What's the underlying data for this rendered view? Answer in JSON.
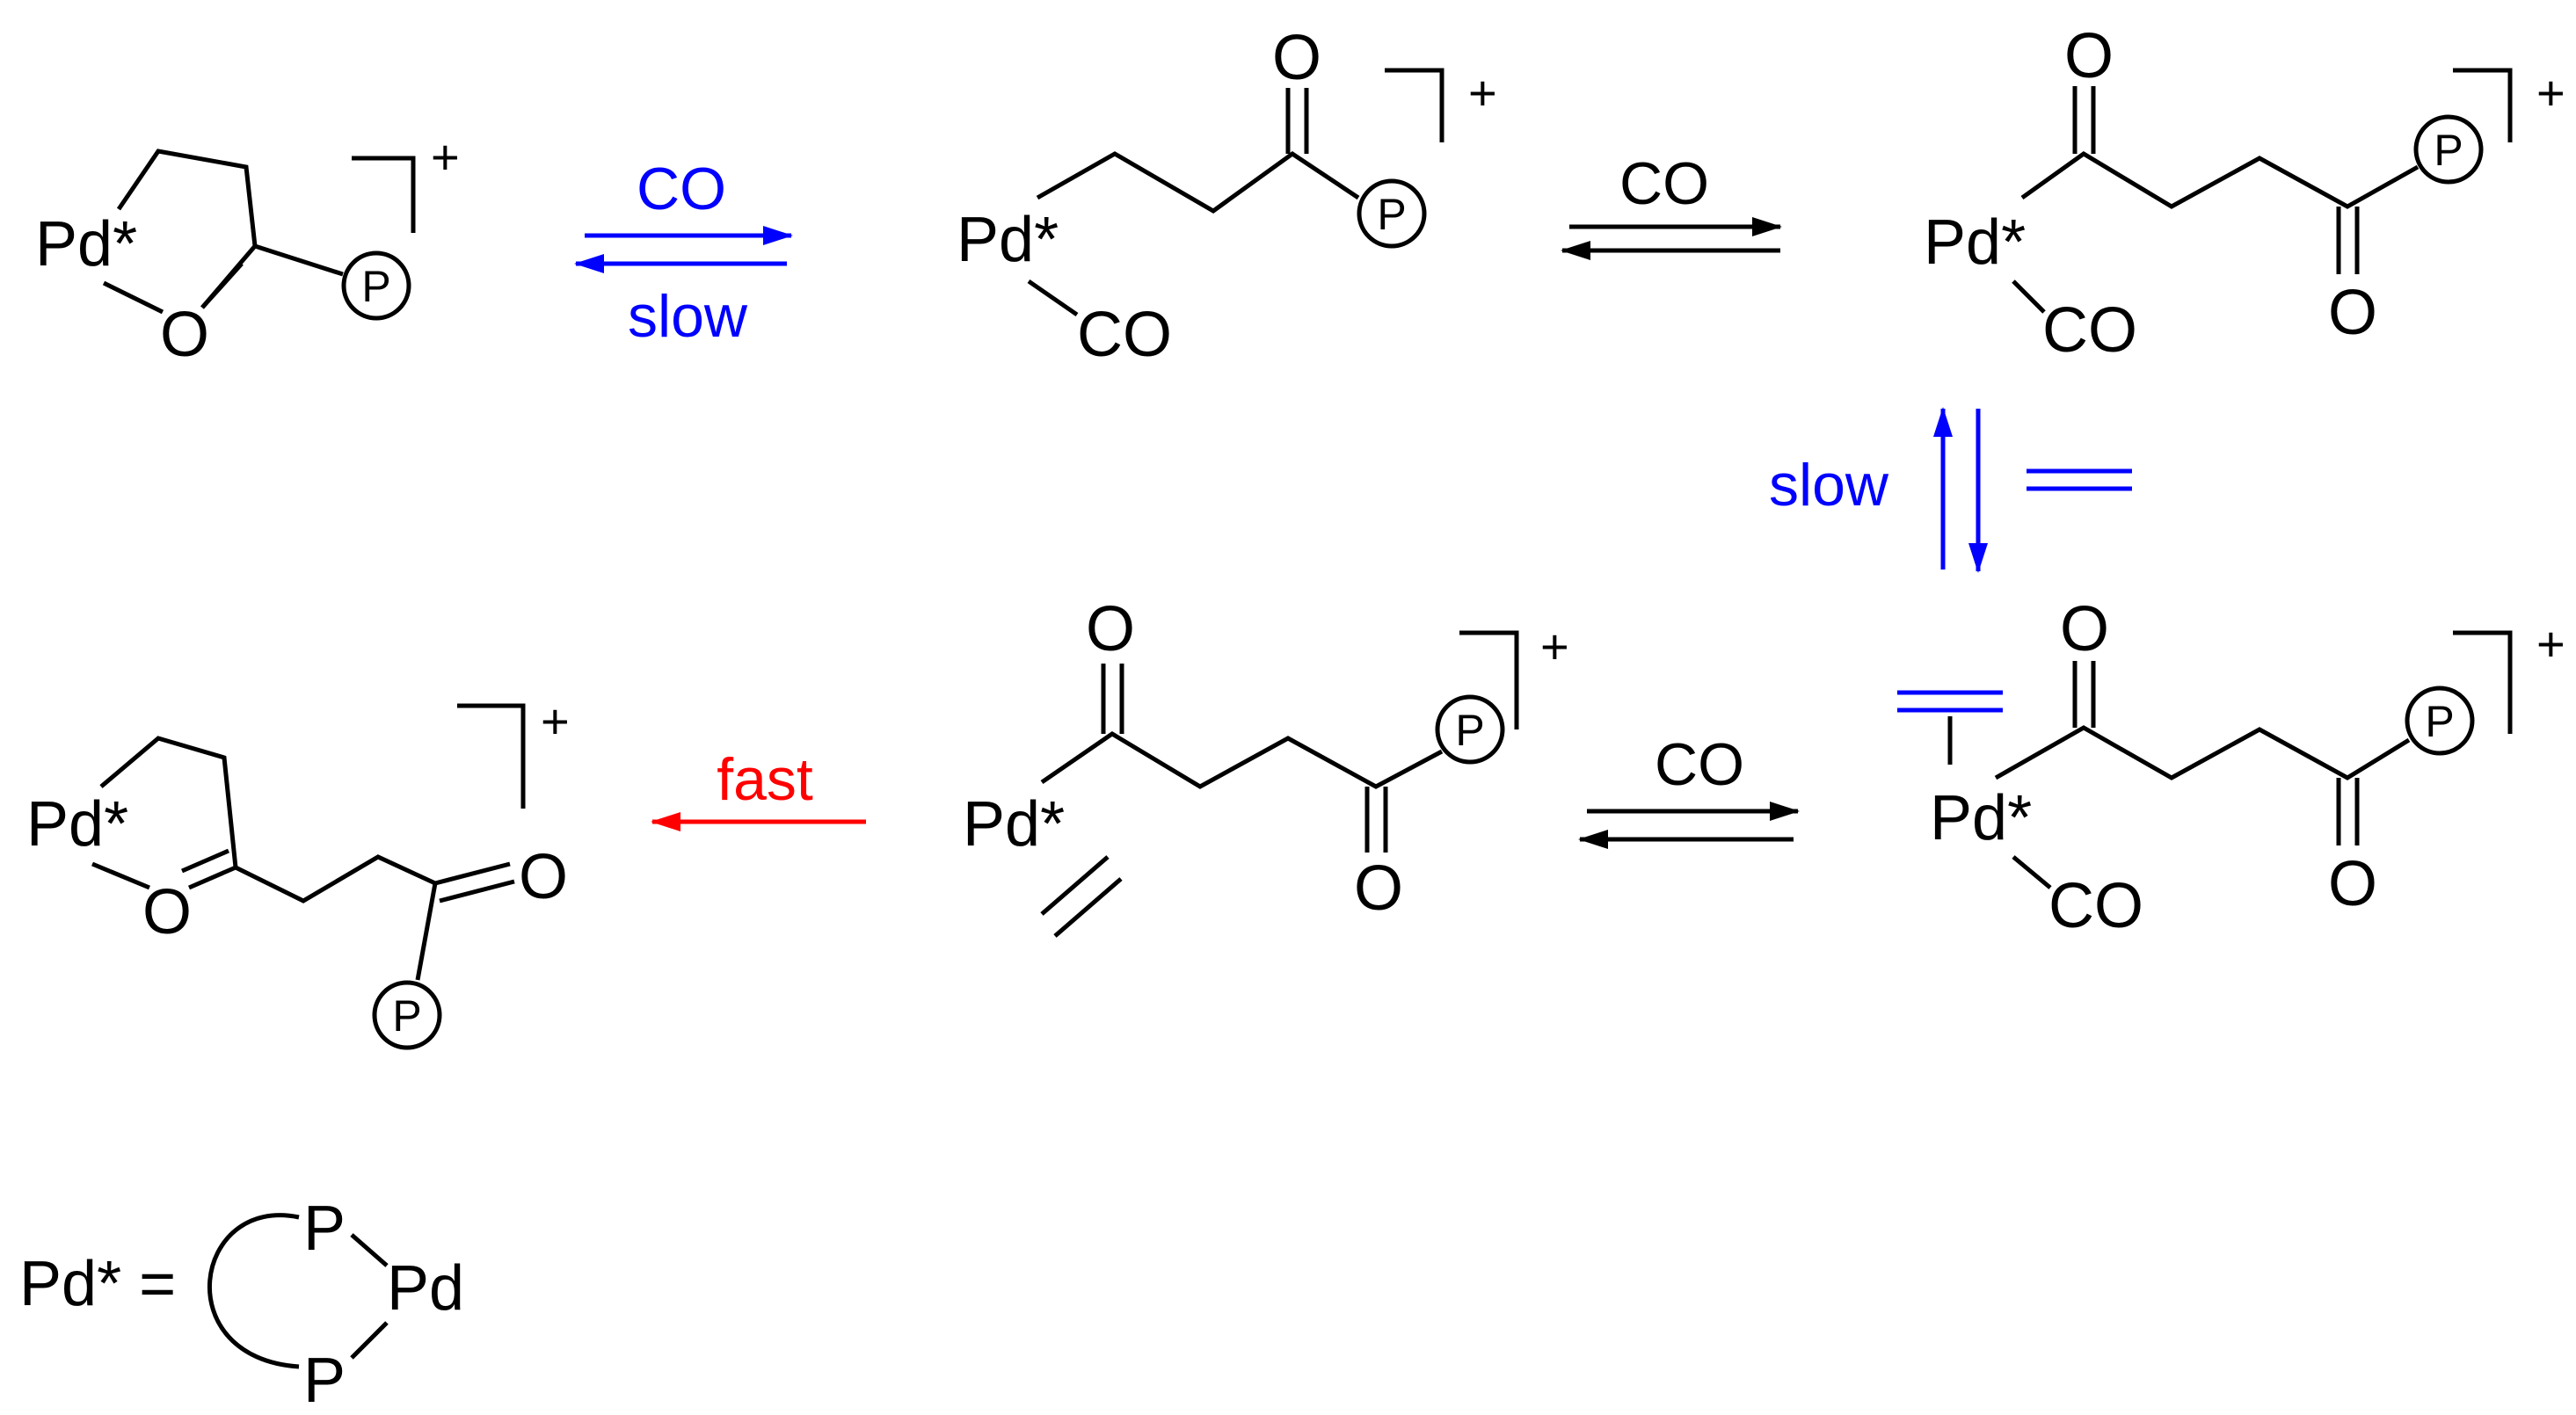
{
  "colors": {
    "ink": "#000000",
    "slow_path": "#0000ff",
    "fast_path": "#ff0000",
    "background": "#ffffff"
  },
  "atoms": {
    "pd_star": "Pd*",
    "pd": "Pd",
    "oxygen": "O",
    "carbon_monoxide": "CO",
    "phosphorus": "P",
    "charge": "+"
  },
  "arrows": {
    "co_insertion_top": "CO",
    "co_insertion_bottom": "slow",
    "co_equilibrium_right": "CO",
    "ethene_exchange_label": "slow",
    "co_equilibrium_lower": "CO",
    "chelate_label": "fast"
  },
  "legend": {
    "definition_lhs": "Pd* =",
    "ring_p_top": "P",
    "ring_p_bottom": "P",
    "ring_metal": "Pd"
  }
}
